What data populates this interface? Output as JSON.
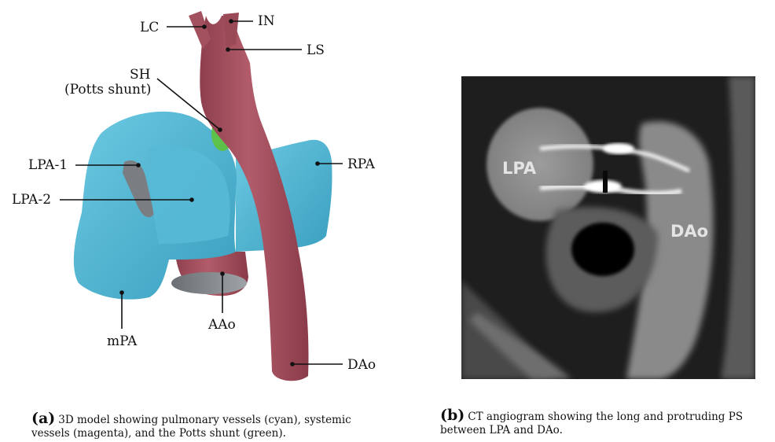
{
  "panel_a": {
    "labels": {
      "lc": "LC",
      "in": "IN",
      "ls": "LS",
      "sh": "SH",
      "sh_sub": "(Potts shunt)",
      "lpa1": "LPA-1",
      "lpa2": "LPA-2",
      "rpa": "RPA",
      "mpa": "mPA",
      "aao": "AAo",
      "dao": "DAo"
    },
    "colors": {
      "pulmonary": "#4fb3d0",
      "systemic": "#a4515f",
      "shunt": "#5cc24a"
    },
    "caption_tag": "(a)",
    "caption_text": "3D model showing pulmonary vessels (cyan), systemic vessels (magenta), and the Potts shunt (green)."
  },
  "panel_b": {
    "labels": {
      "lpa": "LPA",
      "dao": "DAo"
    },
    "caption_tag": "(b)",
    "caption_text": "CT angiogram showing the long and protruding PS between LPA and DAo."
  }
}
